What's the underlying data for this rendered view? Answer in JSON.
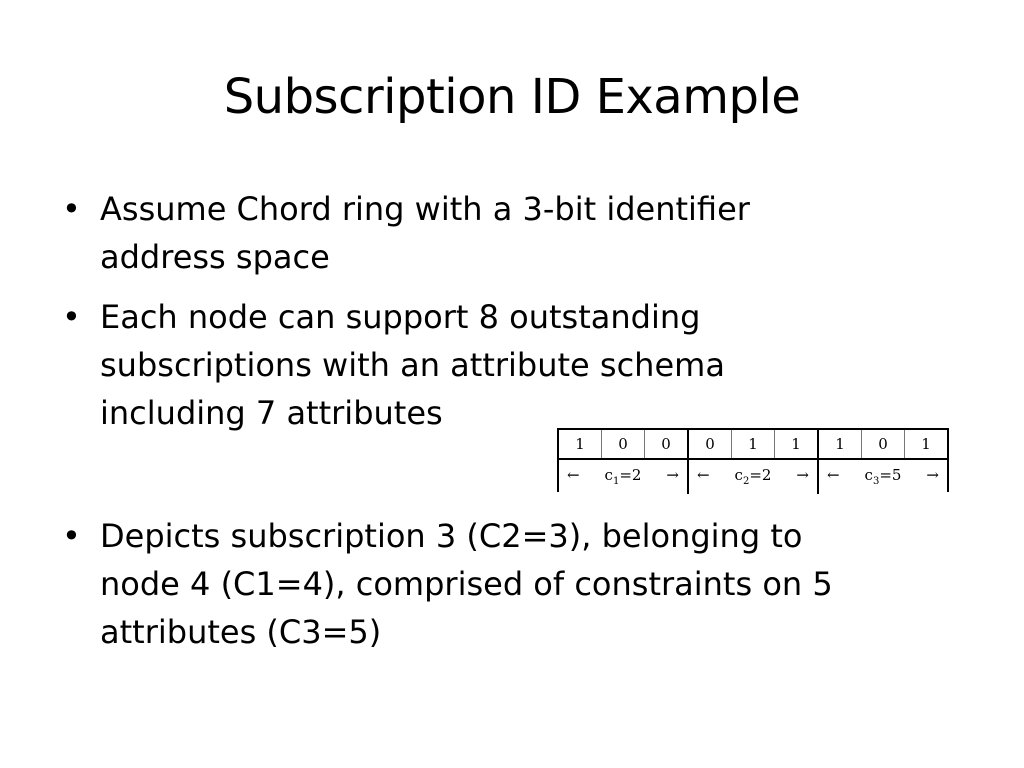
{
  "slide": {
    "title": "Subscription ID Example",
    "bullet_glyph": "•",
    "bullets": [
      {
        "lines": [
          "Assume Chord ring with a 3-bit identifier",
          "address space"
        ]
      },
      {
        "lines": [
          "Each node can support 8 outstanding",
          "subscriptions with an attribute schema",
          "including 7 attributes"
        ]
      },
      {
        "lines": [
          "Depicts subscription 3 (C2=3), belonging to",
          "node 4 (C1=4), comprised of constraints on 5",
          "attributes (C3=5)"
        ]
      }
    ]
  },
  "bitfield": {
    "bits": [
      "1",
      "0",
      "0",
      "0",
      "1",
      "1",
      "1",
      "0",
      "1"
    ],
    "left_arrow": "←",
    "right_arrow": "→",
    "groups": [
      {
        "var": "c",
        "sub": "1",
        "value": "=2"
      },
      {
        "var": "c",
        "sub": "2",
        "value": "=2"
      },
      {
        "var": "c",
        "sub": "3",
        "value": "=5"
      }
    ]
  }
}
